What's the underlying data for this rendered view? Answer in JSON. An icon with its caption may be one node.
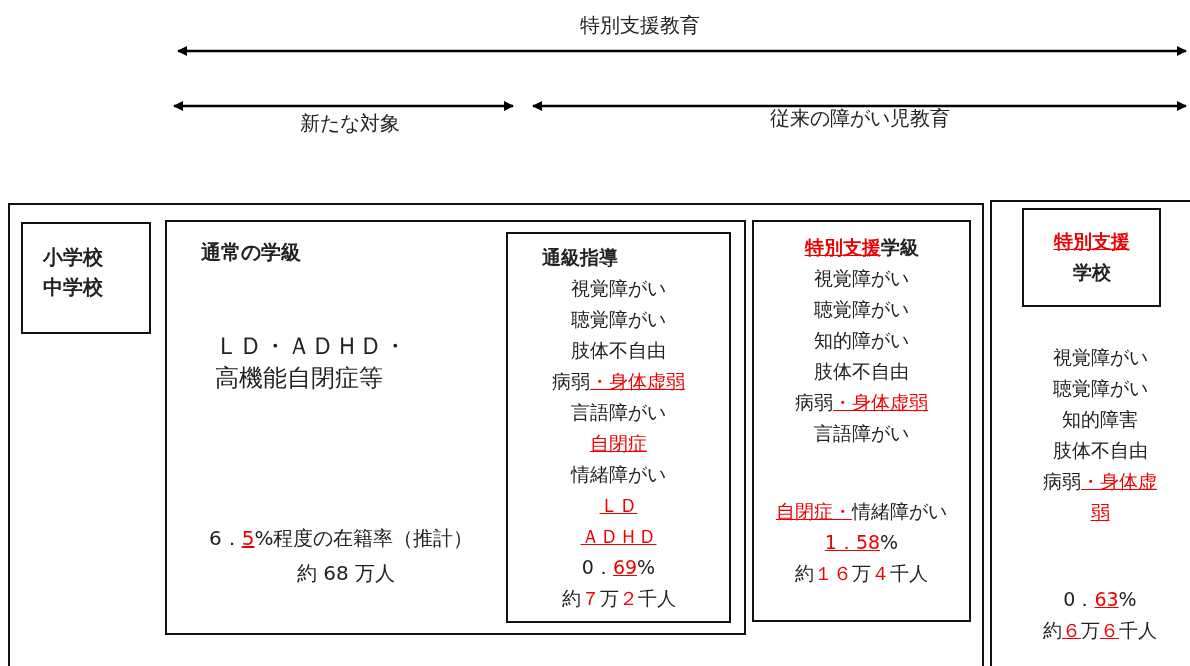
{
  "diagram": {
    "nodes": [
      {
        "text": [],
        "shape": "box"
      },
      {
        "text": [
          "小学校",
          "中学校"
        ],
        "in": 0
      },
      {
        "text": [
          "通常の学級",
          "ＬＤ・ＡＤＨＤ・高機能自閉症等",
          "6．5%程度の在籍率（推計）",
          "約 68 万人"
        ],
        "in": 0
      },
      {
        "text": [
          "通級指導",
          "視覚障がい",
          "聴覚障がい",
          "肢体不自由",
          "病弱・身体虚弱",
          "言語障がい",
          "自閉症",
          "情緒障がい",
          "ＬＤ",
          "ＡＤＨＤ",
          "0．69%",
          "約７万２千人"
        ],
        "in": 2
      },
      {
        "text": [
          "特別支援学級",
          "視覚障がい",
          "聴覚障がい",
          "知的障がい",
          "肢体不自由",
          "病弱・身体虚弱",
          "言語障がい",
          "自閉症・情緒障がい",
          "1．58%",
          "約１６万４千人"
        ],
        "in": 0
      },
      {
        "text": [
          "視覚障がい",
          "聴覚障がい",
          "知的障害",
          "肢体不自由",
          "病弱・身体虚弱",
          "0．63%",
          "約６万６千人"
        ]
      },
      {
        "text": [
          "特別支援学校"
        ],
        "in": 5
      }
    ],
    "edges": [],
    "labels": [
      "特別支援教育",
      "新たな対象",
      "従来の障がい児教育"
    ]
  }
}
